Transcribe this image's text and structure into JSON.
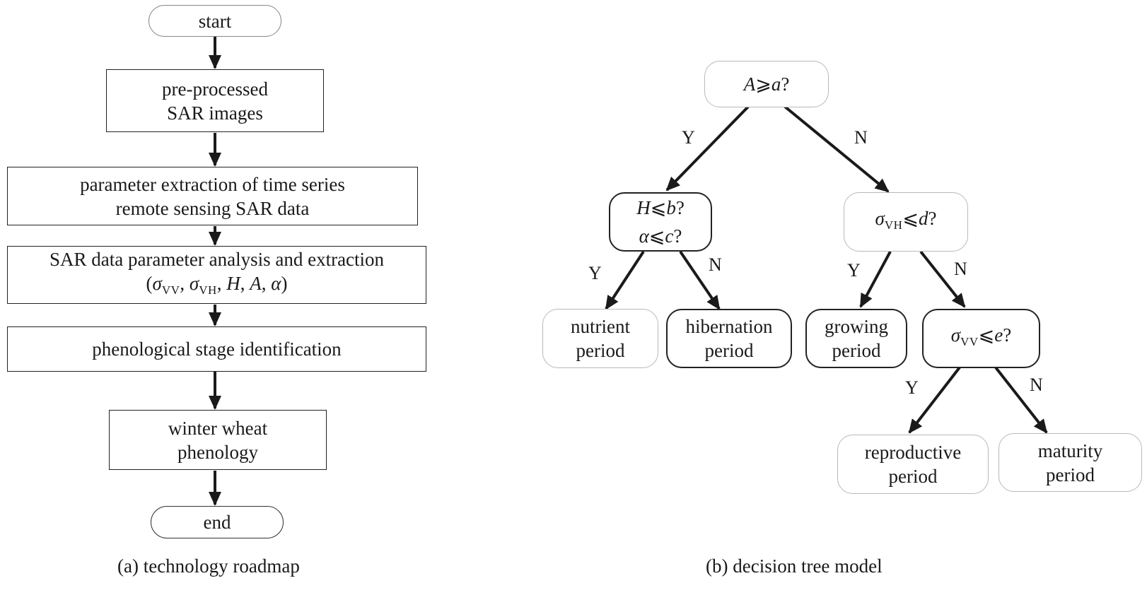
{
  "roadmap": {
    "start": "start",
    "step1": [
      "pre-processed",
      "SAR images"
    ],
    "step2": [
      "parameter extraction of time series",
      "remote sensing SAR data"
    ],
    "step3": {
      "line1": "SAR data parameter analysis and extraction",
      "open": "(",
      "sigma": "σ",
      "vv": "VV",
      "sep1": ", ",
      "vh": "VH",
      "sep2": ", ",
      "H": "H",
      "sep3": ", ",
      "A": "A",
      "sep4": ", ",
      "alpha": "α",
      "close": ")"
    },
    "step4": "phenological stage identification",
    "step5": [
      "winter wheat",
      "phenology"
    ],
    "end": "end",
    "caption": "(a) technology roadmap"
  },
  "tree": {
    "root": {
      "var": "A",
      "op": "⩾",
      "thr": "a",
      "q": "?"
    },
    "left": {
      "line1": {
        "var": "H",
        "op": "⩽",
        "thr": "b",
        "q": "?"
      },
      "line2": {
        "var": "α",
        "op": "⩽",
        "thr": "c",
        "q": "?"
      }
    },
    "right": {
      "sigma": "σ",
      "sub": "VH",
      "op": "⩽",
      "thr": "d",
      "q": "?"
    },
    "rr": {
      "sigma": "σ",
      "sub": "VV",
      "op": "⩽",
      "thr": "e",
      "q": "?"
    },
    "leaves": {
      "nutrient": [
        "nutrient",
        "period"
      ],
      "hibernation": [
        "hibernation",
        "period"
      ],
      "growing": [
        "growing",
        "period"
      ],
      "reproductive": [
        "reproductive",
        "period"
      ],
      "maturity": [
        "maturity",
        "period"
      ]
    },
    "labels": {
      "yes": "Y",
      "no": "N"
    },
    "caption": "(b) decision tree model"
  }
}
